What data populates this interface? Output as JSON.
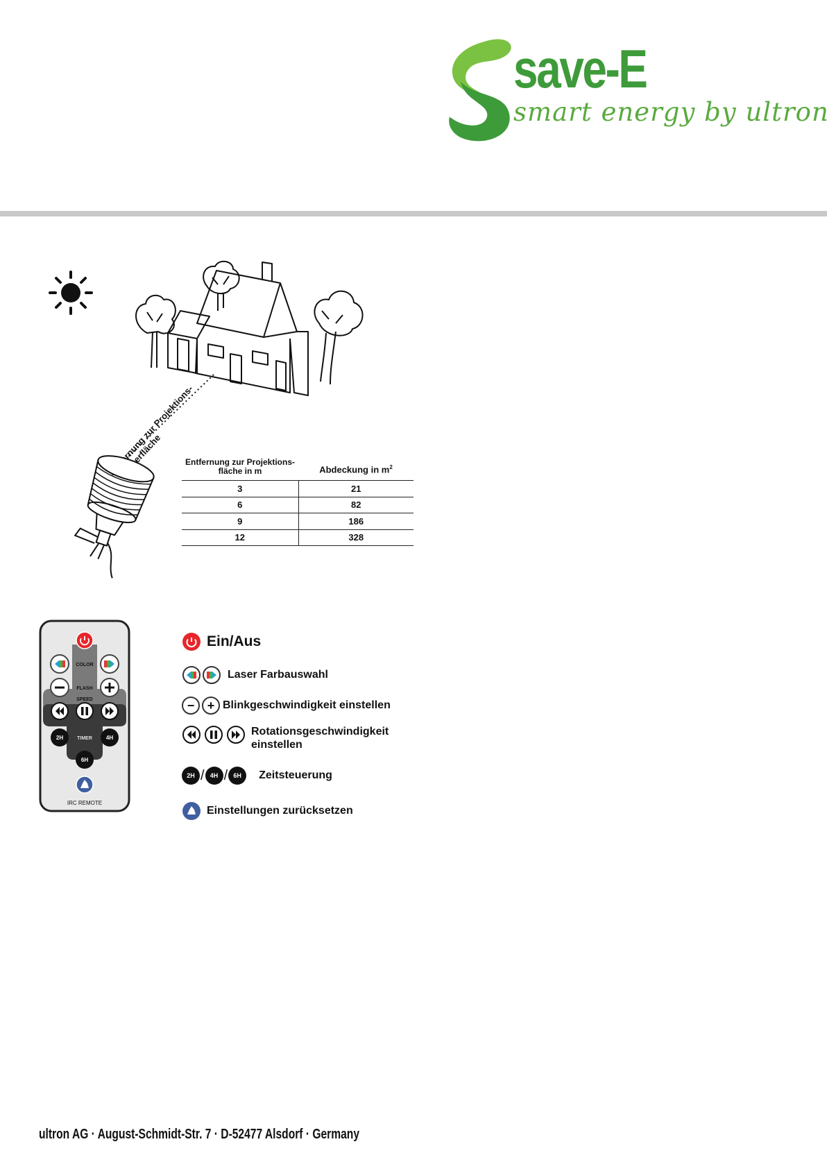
{
  "brand": {
    "name": "save-E",
    "tagline": "smart energy by ultron",
    "colors": {
      "dark_green": "#3e9b3a",
      "light_green": "#7cc242"
    }
  },
  "scene": {
    "distance_label_line1": "Entfernung zur Projektions-",
    "distance_label_line2": "oberfläche"
  },
  "table": {
    "header_distance_line1": "Entfernung zur Projektions-",
    "header_distance_line2": "fläche in m",
    "header_coverage": "Abdeckung in m",
    "header_coverage_sup": "2",
    "rows": [
      {
        "distance": "3",
        "coverage": "21"
      },
      {
        "distance": "6",
        "coverage": "82"
      },
      {
        "distance": "9",
        "coverage": "186"
      },
      {
        "distance": "12",
        "coverage": "328"
      }
    ]
  },
  "remote": {
    "labels": {
      "color": "COLOR",
      "flash": "FLASH",
      "speed": "SPEED",
      "timer": "TIMER",
      "t2": "2H",
      "t4": "4H",
      "t6": "6H",
      "model": "IRC REMOTE"
    },
    "colors": {
      "power": "#e8262b",
      "reset": "#3f5fa0",
      "body": "#e8e8e8",
      "panel": "#777777"
    }
  },
  "legend": {
    "power": "Ein/Aus",
    "color": "Laser Farbauswahl",
    "flash": "Blinkgeschwindigkeit einstellen",
    "rotation_line1": "Rotationsgeschwindigkeit",
    "rotation_line2": "einstellen",
    "timer": "Zeitsteuerung",
    "reset": "Einstellungen zurücksetzen",
    "minus_glyph": "−",
    "plus_glyph": "+",
    "timer_2": "2H",
    "timer_4": "4H",
    "timer_6": "6H",
    "slash": "/"
  },
  "footer": {
    "address": "ultron AG · August-Schmidt-Str. 7 · D-52477 Alsdorf · Germany"
  }
}
